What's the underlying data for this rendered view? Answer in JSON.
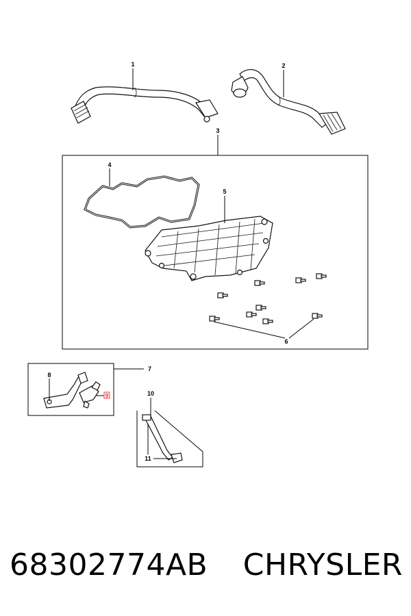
{
  "callouts": {
    "c1": "1",
    "c2": "2",
    "c3": "3",
    "c4": "4",
    "c5": "5",
    "c6": "6",
    "c7": "7",
    "c8": "8",
    "c9": "9",
    "c10": "10",
    "c11": "11"
  },
  "footer": {
    "part_number": "68302774AB",
    "brand": "CHRYSLER"
  },
  "colors": {
    "highlight": "#e8463c",
    "line": "#111111"
  }
}
